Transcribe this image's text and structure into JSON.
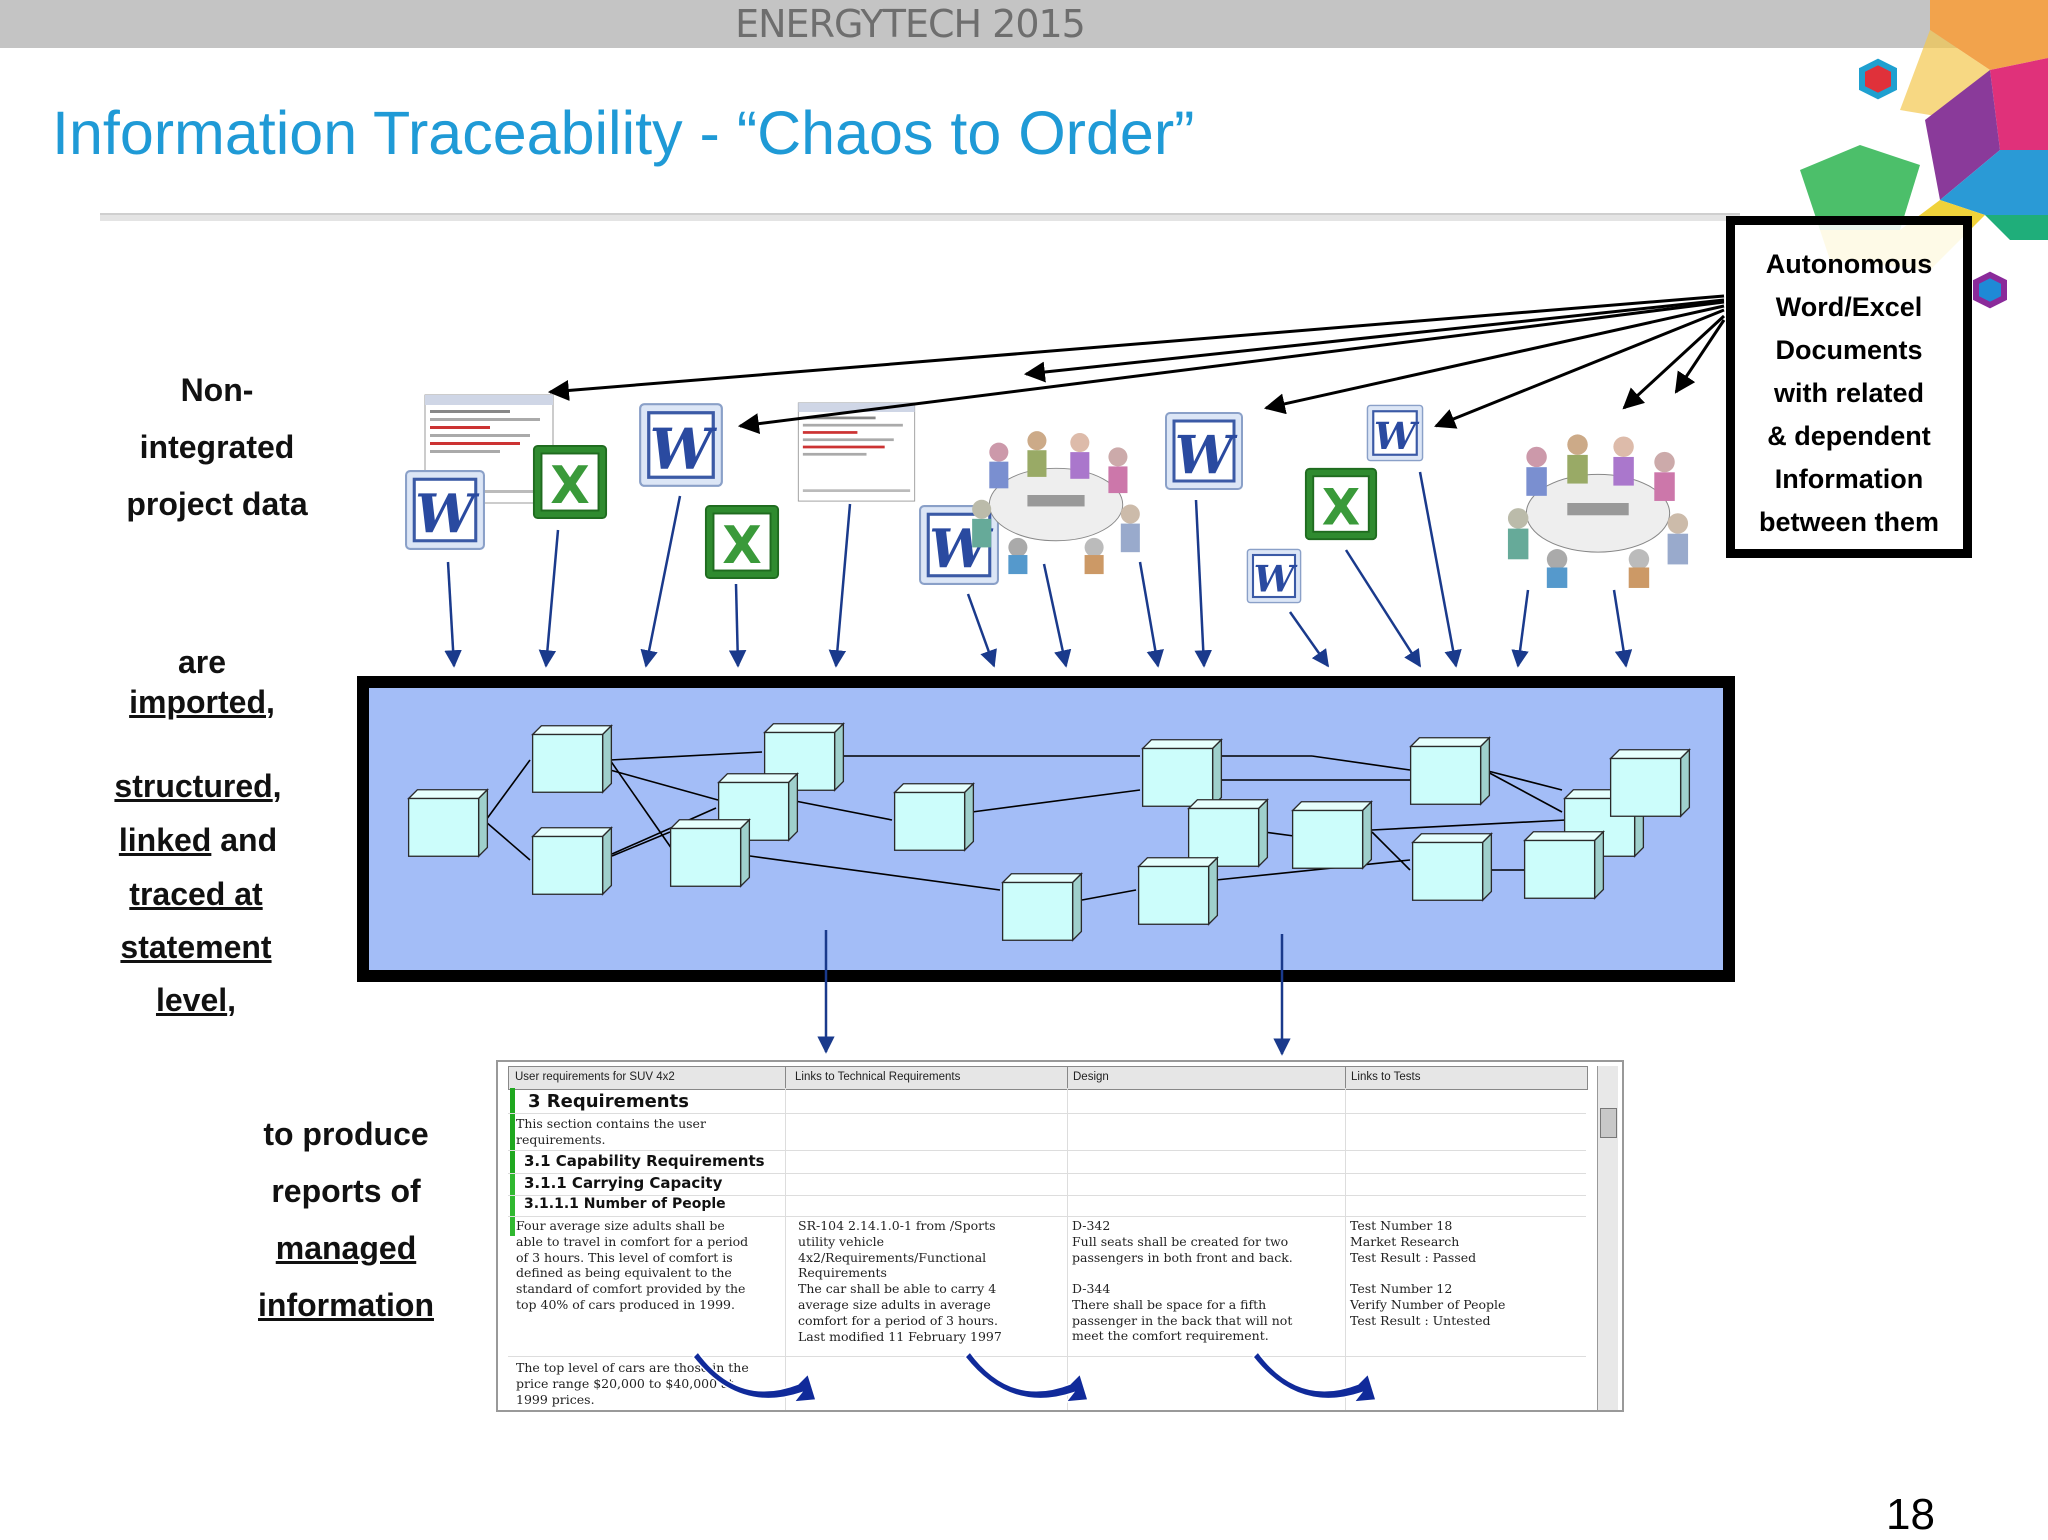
{
  "header": {
    "brand": "ENERGYTECH 2015"
  },
  "slide": {
    "title": "Information Traceability - “Chaos to Order”",
    "page_number": "18"
  },
  "left_labels": {
    "nonint": [
      "Non-",
      "integrated",
      "project data"
    ],
    "are": "are",
    "imported": "imported",
    "structured": "structured",
    "linked": "linked",
    "and": " and",
    "traced": "traced at",
    "statement": "statement",
    "level": "level",
    "produce": [
      "to produce",
      "reports of"
    ],
    "managed": "managed",
    "information": "information"
  },
  "callout": {
    "lines": [
      "Autonomous",
      "Word/Excel",
      "Documents",
      "with related",
      "& dependent",
      "Information",
      "between them"
    ]
  },
  "report_table": {
    "headers": [
      "User requirements for SUV 4x2",
      "Links to Technical Requirements",
      "Design",
      "Links to Tests"
    ],
    "section_title": "3 Requirements",
    "intro": [
      "This section contains the user",
      "requirements."
    ],
    "h31": "3.1 Capability Requirements",
    "h311": "3.1.1 Carrying Capacity",
    "h3111": "3.1.1.1 Number of People",
    "req_text": [
      "Four average size adults shall be",
      "able to travel in comfort for a period",
      "of 3 hours. This level of comfort is",
      "defined as being equivalent to the",
      "standard of comfort provided by the",
      "top 40% of cars produced in 1999."
    ],
    "tech_links": [
      "SR-104  2.14.1.0-1 from /Sports",
      "utility vehicle",
      "4x2/Requirements/Functional",
      "Requirements",
      "The car shall be able to carry 4",
      "average size adults in average",
      "comfort for a period of 3 hours.",
      "Last modified 11 February 1997"
    ],
    "design_a": [
      "D-342",
      "Full seats shall be created for two",
      "passengers in both front and back."
    ],
    "design_b": [
      "D-344",
      "There shall be space for a fifth",
      "passenger in the back that will not",
      "meet the comfort requirement."
    ],
    "tests_a": [
      "Test Number 18",
      "Market Research",
      "Test Result : Passed"
    ],
    "tests_b": [
      "Test Number 12",
      "Verify Number of People",
      "Test Result : Untested"
    ],
    "footer": [
      "The top level of cars are those in the",
      "price range  $20,000  to  $40,000 at",
      "1999 prices."
    ]
  },
  "icons": {
    "word": "W",
    "excel": "X"
  },
  "colors": {
    "title": "#1f9ad6",
    "diagram_fill": "#a3bdf7",
    "box_fill": "#ccfdfb",
    "arrow": "#1a3a8c",
    "curve": "#102a9a"
  }
}
